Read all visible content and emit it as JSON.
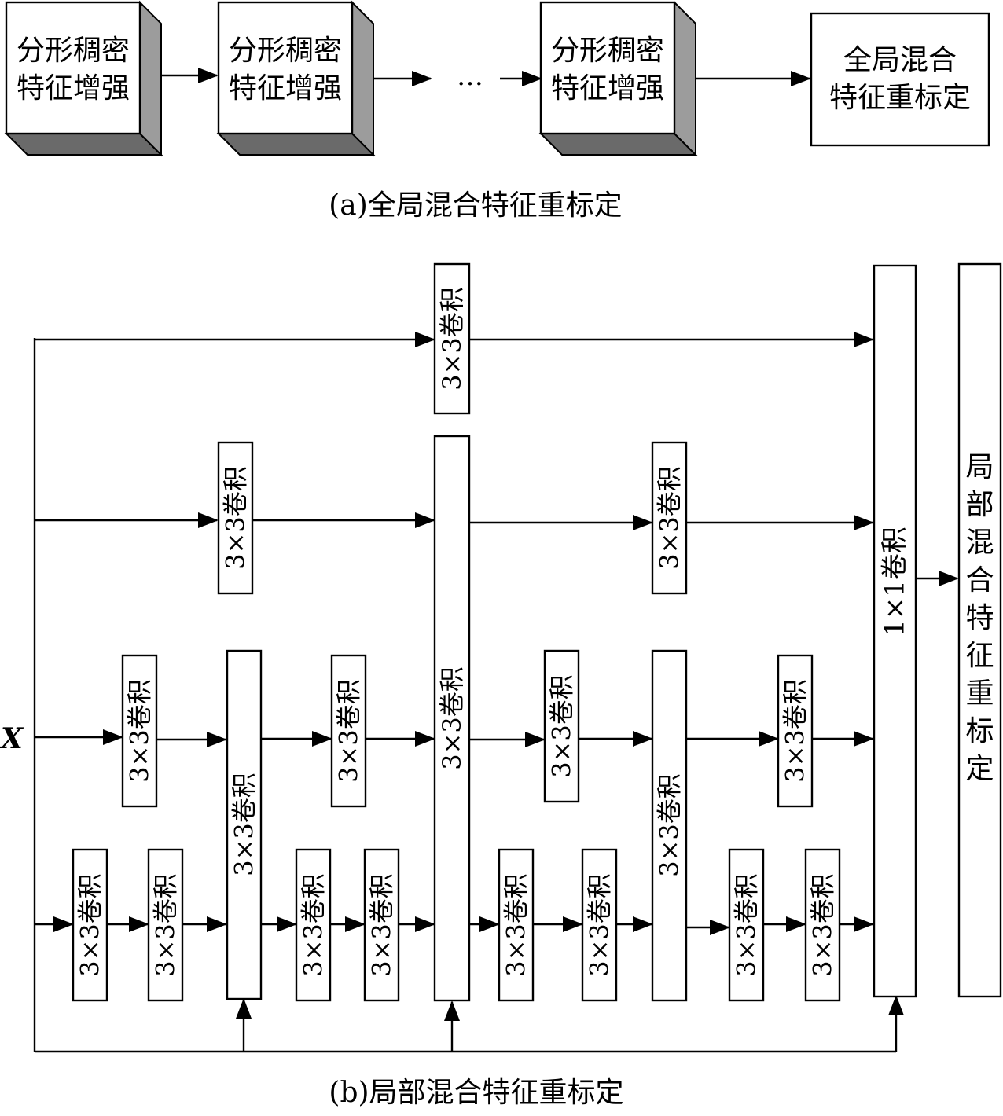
{
  "part_a": {
    "caption": "(a)全局混合特征重标定",
    "blocks": [
      {
        "line1": "分形稠密",
        "line2": "特征增强"
      },
      {
        "line1": "分形稠密",
        "line2": "特征增强"
      },
      {
        "line1": "分形稠密",
        "line2": "特征增强"
      }
    ],
    "ellipsis": "…",
    "final_block": {
      "line1": "全局混合",
      "line2": "特征重标定"
    }
  },
  "part_b": {
    "caption": "(b)局部混合特征重标定",
    "input_label": "X",
    "conv_label": "3×3卷积",
    "conv1x1_label": "1×1卷积",
    "output_label": "局部混合特征重标定"
  }
}
